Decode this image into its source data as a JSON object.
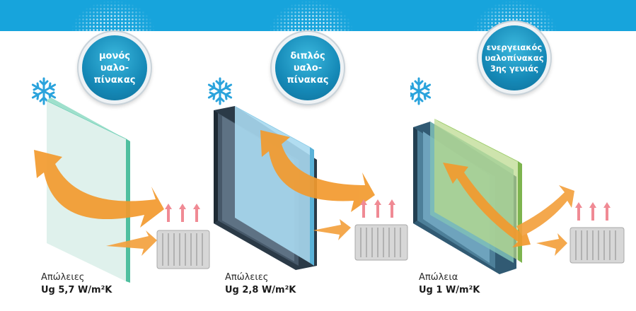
{
  "colors": {
    "top_bar": "#17a4dc",
    "arrow": "#f29a2e",
    "badge": "#1589b7",
    "snowflake": "#2aa3dc"
  },
  "panels": [
    {
      "badge": "μονός\nυαλο-\nπίνακας",
      "loss_label": "Απώλειες",
      "ug_value": "Ug 5,7 W/m²K"
    },
    {
      "badge": "διπλός\nυαλο-\nπίνακας",
      "loss_label": "Απώλειες",
      "ug_value": "Ug 2,8 W/m²K"
    },
    {
      "badge": "ενεργειακός\nυαλοπίνακας\n3ης γενιάς",
      "loss_label": "Απώλεια",
      "ug_value": "Ug 1 W/m²K"
    }
  ],
  "icons": [
    "snowflake-icon",
    "radiator-icon",
    "heat-arrow-icon"
  ]
}
